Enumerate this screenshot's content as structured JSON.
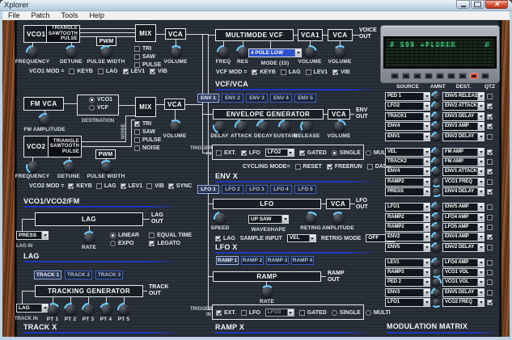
{
  "window": {
    "title": "Xplorer",
    "menu": [
      {
        "label": "File"
      },
      {
        "label": "Patch"
      },
      {
        "label": "Tools"
      },
      {
        "label": "Help"
      }
    ]
  },
  "colors": {
    "accent_blue": "#1f37c4",
    "combo_selected": "#2d51cc",
    "led_green": "#3ce88a",
    "panel": "#262b34"
  },
  "display": {
    "left": "# S99 =PLORER",
    "right": "#",
    "buttons": [
      {},
      {},
      {},
      {},
      {},
      {},
      {},
      {
        "accent": true
      },
      {}
    ]
  },
  "vco1": {
    "title": "VCO1",
    "waves": [
      {
        "label": "TRIANGLE"
      },
      {
        "label": "SAWTOOTH"
      },
      {
        "label": "PULSE"
      }
    ],
    "pwm": "PWM",
    "mix": "MIX",
    "vca": "VCA",
    "knob_frequency": "FREQUENCY",
    "knob_detune": "DETUNE",
    "knob_pulse_width": "PULSE WIDTH",
    "knob_volume": "VOLUME",
    "mix_checks": [
      {
        "type": "check",
        "label": "TRI"
      },
      {
        "type": "check",
        "label": "SAW"
      },
      {
        "type": "check",
        "label": "PULSE"
      }
    ],
    "mod_row": [
      {
        "type": "text",
        "label": "VCO1 MOD ="
      },
      {
        "type": "check",
        "label": "KEYB"
      },
      {
        "type": "check",
        "label": "LAG"
      },
      {
        "type": "check",
        "label": "LEV1",
        "on": true
      },
      {
        "type": "check",
        "label": "VIB",
        "on": true
      }
    ]
  },
  "vcf": {
    "title": "MULTIMODE VCF",
    "vca1": "VCA1",
    "vca": "VCA",
    "voice_out": "VOICE\nOUT",
    "knob_freq": "FREQ",
    "knob_res": "RES",
    "mode_value": "4 POLE LOW",
    "mode_label": "MODE (15)",
    "knob_volume1": "VOLUME",
    "knob_volume2": "VOLUME",
    "mod_row": [
      {
        "type": "text",
        "label": "VCF MOD ="
      },
      {
        "type": "check",
        "label": "KEYB",
        "on": true
      },
      {
        "type": "check",
        "label": "LAG"
      },
      {
        "type": "check",
        "label": "LEV1"
      },
      {
        "type": "check",
        "label": "VIB",
        "on": true
      }
    ],
    "header": "VCF/VCA"
  },
  "env": {
    "tabs": [
      {
        "label": "ENV 1",
        "active": true
      },
      {
        "label": "ENV 2"
      },
      {
        "label": "ENV 3"
      },
      {
        "label": "ENV 4"
      },
      {
        "label": "ENV 5"
      }
    ],
    "title": "ENVELOPE GENERATOR",
    "vca": "VCA",
    "env_out": "ENV\nOUT",
    "knobs": [
      {
        "label": "DELAY",
        "rot": -120
      },
      {
        "label": "ATTACK",
        "rot": -55
      },
      {
        "label": "DECAY",
        "rot": -45
      },
      {
        "label": "SUSTAIN",
        "rot": -50
      },
      {
        "label": "RELEASE",
        "rot": -85
      }
    ],
    "knob_volume": "VOLUME",
    "trigger_in": "TRIGGER\nIN",
    "trigger_row": [
      {
        "type": "check",
        "label": "EXT."
      },
      {
        "type": "check",
        "label": "LFO",
        "on": true
      },
      {
        "type": "combo",
        "value": "LFO2"
      },
      {
        "type": "check",
        "label": "GATED",
        "on": true
      },
      {
        "type": "radio",
        "label": "SINGLE",
        "on": true
      },
      {
        "type": "radio",
        "label": "MULTI"
      }
    ],
    "cycling_row": [
      {
        "type": "text",
        "label": "CYCLING MODE="
      },
      {
        "type": "check",
        "label": "RESET"
      },
      {
        "type": "check",
        "label": "FREERUN",
        "on": true
      },
      {
        "type": "check",
        "label": "DADR"
      }
    ],
    "header": "ENV X"
  },
  "lfo": {
    "tabs": [
      {
        "label": "LFO 1",
        "active": true
      },
      {
        "label": "LFO 2"
      },
      {
        "label": "LFO 3"
      },
      {
        "label": "LFO 4"
      },
      {
        "label": "LFO 5"
      }
    ],
    "title": "LFO",
    "vca": "VCA",
    "lfo_out": "LFO\nOUT",
    "knob_speed": "SPEED",
    "waveshape_value": "UP SAW",
    "waveshape_label": "WAVESHAPE",
    "knob_retrig": "RETRIG",
    "knob_amplitude": "AMPLITUDE",
    "options_row": [
      {
        "type": "check",
        "label": "LAG",
        "on": true
      },
      {
        "type": "text",
        "label": "SAMPLE INPUT"
      },
      {
        "type": "combo",
        "value": "VEL"
      },
      {
        "type": "text",
        "label": "RETRIG MODE"
      },
      {
        "type": "combo",
        "value": "OFF"
      }
    ],
    "header": "LFO X"
  },
  "ramp": {
    "tabs": [
      {
        "label": "RAMP 1",
        "active": true
      },
      {
        "label": "RAMP 2"
      },
      {
        "label": "RAMP 3"
      },
      {
        "label": "RAMP 4"
      }
    ],
    "title": "RAMP",
    "ramp_out": "RAMP\nOUT",
    "knob_rate": "RATE",
    "trigger_in": "TRIGGER\nIN",
    "trigger_row": [
      {
        "type": "check",
        "label": "EXT.",
        "on": true
      },
      {
        "type": "check",
        "label": "LFO"
      },
      {
        "type": "combo",
        "value": "LFO3",
        "disabled": true
      },
      {
        "type": "check",
        "label": "GATED"
      },
      {
        "type": "radio",
        "label": "SINGLE"
      },
      {
        "type": "radio",
        "label": "MULTI"
      }
    ],
    "header": "RAMP X"
  },
  "fm": {
    "title": "FM VCA",
    "knob_amplitude": "FM AMPLITUDE",
    "destination_label": "DESTINATION",
    "destination_items": [
      {
        "type": "radio",
        "label": "VCO1",
        "on": true
      },
      {
        "type": "radio",
        "label": "VCF"
      }
    ],
    "mix": "MIX",
    "vca": "VCA",
    "knob_volume": "VOLUME",
    "noise_label": "NOISE",
    "mix_checks": [
      {
        "type": "check",
        "label": "TRI",
        "on": true
      },
      {
        "type": "check",
        "label": "SAW"
      },
      {
        "type": "check",
        "label": "PULSE"
      },
      {
        "type": "check",
        "label": "NOISE"
      }
    ]
  },
  "vco2": {
    "title": "VCO2",
    "waves": [
      {
        "label": "TRIANGLE"
      },
      {
        "label": "SAWTOOTH"
      },
      {
        "label": "PULSE"
      }
    ],
    "pwm": "PWM",
    "knob_frequency": "FREQUENCY",
    "knob_detune": "DETUNE",
    "knob_pulse_width": "PULSE WIDTH",
    "mod_row": [
      {
        "type": "text",
        "label": "VCO2 MOD ="
      },
      {
        "type": "check",
        "label": "KEYB",
        "on": true
      },
      {
        "type": "check",
        "label": "LAG"
      },
      {
        "type": "check",
        "label": "LEV1",
        "on": true
      },
      {
        "type": "check",
        "label": "VIB"
      },
      {
        "type": "check",
        "label": "SYNC",
        "on": true
      }
    ],
    "header": "VCO1/VCO2/FM"
  },
  "lag": {
    "title": "LAG",
    "lag_out": "LAG\nOUT",
    "in_value": "PRESS",
    "in_label": "LAG IN",
    "knob_rate": "RATE",
    "options_row1": [
      {
        "type": "radio",
        "label": "LINEAR",
        "on": true
      },
      {
        "type": "check",
        "label": "EQUAL TIME"
      }
    ],
    "options_row2": [
      {
        "type": "radio",
        "label": "EXPO"
      },
      {
        "type": "check",
        "label": "LEGATO",
        "on": true
      }
    ],
    "header": "LAG"
  },
  "track": {
    "tabs": [
      {
        "label": "TRACK 1",
        "active": true
      },
      {
        "label": "TRACK 2"
      },
      {
        "label": "TRACK 3"
      }
    ],
    "title": "TRACKING GENERATOR",
    "track_out": "TRACK\nOUT",
    "in_value": "LAG",
    "in_label": "TRACK IN",
    "knobs": [
      {
        "label": "PT 1",
        "rot": 15
      },
      {
        "label": "PT 2",
        "rot": -35
      },
      {
        "label": "PT 3",
        "rot": -45
      },
      {
        "label": "PT 4",
        "rot": -25
      },
      {
        "label": "PT 5",
        "rot": -50
      }
    ],
    "header": "TRACK X"
  },
  "matrix": {
    "columns": [
      {
        "label": "SOURCE"
      },
      {
        "label": "AMNT"
      },
      {
        "label": "DEST."
      },
      {
        "label": "QTZ"
      }
    ],
    "rows": [
      {
        "source": "PED 1",
        "dest": "ENV5 RELEASE",
        "on": false,
        "rot": -35
      },
      {
        "source": "LFO2",
        "dest": "ENV2 ATTACK",
        "on": true,
        "rot": -55
      },
      {
        "source": "TRACK1",
        "dest": "ENV3 DELAY",
        "on": true,
        "rot": -45
      },
      {
        "source": "ENV4",
        "dest": "ENV3 AMP",
        "on": true,
        "rot": -40
      },
      {
        "source": "ENV1",
        "dest": "ENV2 DELAY",
        "on": false,
        "rot": -45
      },
      {
        "source": "VEL",
        "dest": "FM AMP",
        "on": true,
        "gap": true,
        "rot": -50
      },
      {
        "source": "TRACK2",
        "dest": "FM AMP",
        "on": false,
        "rot": -55
      },
      {
        "source": "ENV4",
        "dest": "ENV1 ATTACK",
        "on": true,
        "rot": -45
      },
      {
        "source": "RAMP2",
        "dest": "VCO1 FREQ",
        "on": false,
        "rot": 180
      },
      {
        "source": "PRESS",
        "dest": "ENV4 DELAY",
        "on": true,
        "rot": 170
      },
      {
        "source": "LFO1",
        "dest": "ENV5 AMP",
        "on": false,
        "gap": true,
        "rot": -45
      },
      {
        "source": "RAMP2",
        "dest": "LFO4 AMP",
        "on": false,
        "rot": -30
      },
      {
        "source": "RAMP2",
        "dest": "LFO5 AMP",
        "on": false,
        "rot": -35
      },
      {
        "source": "ENV2",
        "dest": "ENV4 AMP",
        "on": true,
        "rot": -50
      },
      {
        "source": "ENV5",
        "dest": "ENV2 DELAY",
        "on": false,
        "rot": -40
      },
      {
        "source": "LEV1",
        "dest": "LFO4 AMP",
        "on": false,
        "gap": true,
        "rot": -45
      },
      {
        "source": "RAMP3",
        "dest": "VCO1 VOL",
        "on": false,
        "rot": 175
      },
      {
        "source": "PED 2",
        "dest": "VCO1 VOL",
        "on": false,
        "rot": 60
      },
      {
        "source": "ENV3",
        "dest": "ENV5 DELAY",
        "on": false,
        "rot": -60
      },
      {
        "source": "LFO1",
        "dest": "VCO2 FREQ",
        "on": true,
        "rot": 180
      }
    ],
    "header": "MODULATION MATRIX"
  }
}
